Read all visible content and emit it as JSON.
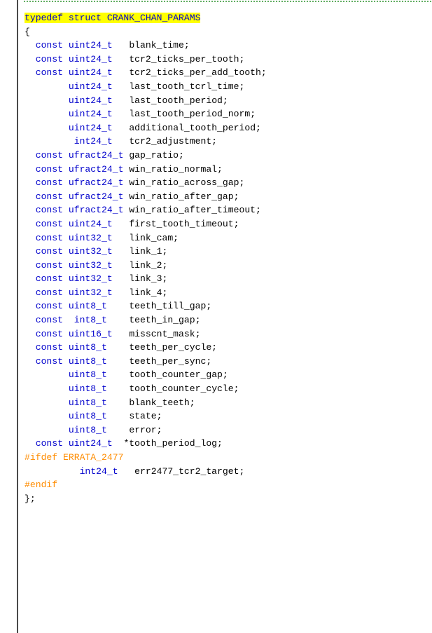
{
  "colors": {
    "keyword": "#0000cc",
    "preprocessor": "#ff8c00",
    "highlight": "#ffff00",
    "text": "#000000",
    "border": "#4a4a4a",
    "dot_rule": "#3c9a3c"
  },
  "lines": [
    {
      "kind": "highlight",
      "text": "typedef struct CRANK_CHAN_PARAMS"
    },
    {
      "kind": "plain",
      "text": "{"
    },
    {
      "kind": "decl",
      "indent": "  ",
      "type": "const uint24_t",
      "gap": "   ",
      "name": "blank_time;"
    },
    {
      "kind": "decl",
      "indent": "  ",
      "type": "const uint24_t",
      "gap": "   ",
      "name": "tcr2_ticks_per_tooth;"
    },
    {
      "kind": "decl",
      "indent": "  ",
      "type": "const uint24_t",
      "gap": "   ",
      "name": "tcr2_ticks_per_add_tooth;"
    },
    {
      "kind": "decl",
      "indent": "        ",
      "type": "uint24_t",
      "gap": "   ",
      "name": "last_tooth_tcrl_time;"
    },
    {
      "kind": "decl",
      "indent": "        ",
      "type": "uint24_t",
      "gap": "   ",
      "name": "last_tooth_period;"
    },
    {
      "kind": "decl",
      "indent": "        ",
      "type": "uint24_t",
      "gap": "   ",
      "name": "last_tooth_period_norm;"
    },
    {
      "kind": "decl",
      "indent": "        ",
      "type": "uint24_t",
      "gap": "   ",
      "name": "additional_tooth_period;"
    },
    {
      "kind": "decl",
      "indent": "         ",
      "type": "int24_t",
      "gap": "   ",
      "name": "tcr2_adjustment;"
    },
    {
      "kind": "decl",
      "indent": "  ",
      "type": "const ufract24_t",
      "gap": " ",
      "name": "gap_ratio;"
    },
    {
      "kind": "decl",
      "indent": "  ",
      "type": "const ufract24_t",
      "gap": " ",
      "name": "win_ratio_normal;"
    },
    {
      "kind": "decl",
      "indent": "  ",
      "type": "const ufract24_t",
      "gap": " ",
      "name": "win_ratio_across_gap;"
    },
    {
      "kind": "decl",
      "indent": "  ",
      "type": "const ufract24_t",
      "gap": " ",
      "name": "win_ratio_after_gap;"
    },
    {
      "kind": "decl",
      "indent": "  ",
      "type": "const ufract24_t",
      "gap": " ",
      "name": "win_ratio_after_timeout;"
    },
    {
      "kind": "decl",
      "indent": "  ",
      "type": "const uint24_t",
      "gap": "   ",
      "name": "first_tooth_timeout;"
    },
    {
      "kind": "decl",
      "indent": "  ",
      "type": "const uint32_t",
      "gap": "   ",
      "name": "link_cam;"
    },
    {
      "kind": "decl",
      "indent": "  ",
      "type": "const uint32_t",
      "gap": "   ",
      "name": "link_1;"
    },
    {
      "kind": "decl",
      "indent": "  ",
      "type": "const uint32_t",
      "gap": "   ",
      "name": "link_2;"
    },
    {
      "kind": "decl",
      "indent": "  ",
      "type": "const uint32_t",
      "gap": "   ",
      "name": "link_3;"
    },
    {
      "kind": "decl",
      "indent": "  ",
      "type": "const uint32_t",
      "gap": "   ",
      "name": "link_4;"
    },
    {
      "kind": "decl",
      "indent": "  ",
      "type": "const uint8_t",
      "gap": "    ",
      "name": "teeth_till_gap;"
    },
    {
      "kind": "decl",
      "indent": "  ",
      "type": "const  int8_t",
      "gap": "    ",
      "name": "teeth_in_gap;"
    },
    {
      "kind": "decl",
      "indent": "  ",
      "type": "const uint16_t",
      "gap": "   ",
      "name": "misscnt_mask;"
    },
    {
      "kind": "decl",
      "indent": "  ",
      "type": "const uint8_t",
      "gap": "    ",
      "name": "teeth_per_cycle;"
    },
    {
      "kind": "decl",
      "indent": "  ",
      "type": "const uint8_t",
      "gap": "    ",
      "name": "teeth_per_sync;"
    },
    {
      "kind": "decl",
      "indent": "        ",
      "type": "uint8_t",
      "gap": "    ",
      "name": "tooth_counter_gap;"
    },
    {
      "kind": "decl",
      "indent": "        ",
      "type": "uint8_t",
      "gap": "    ",
      "name": "tooth_counter_cycle;"
    },
    {
      "kind": "decl",
      "indent": "        ",
      "type": "uint8_t",
      "gap": "    ",
      "name": "blank_teeth;"
    },
    {
      "kind": "decl",
      "indent": "        ",
      "type": "uint8_t",
      "gap": "    ",
      "name": "state;"
    },
    {
      "kind": "decl",
      "indent": "        ",
      "type": "uint8_t",
      "gap": "    ",
      "name": "error;"
    },
    {
      "kind": "decl",
      "indent": "  ",
      "type": "const uint24_t",
      "gap": "  ",
      "name": "*tooth_period_log;"
    },
    {
      "kind": "pre",
      "text": "#ifdef ERRATA_2477"
    },
    {
      "kind": "decl",
      "indent": "          ",
      "type": "int24_t",
      "gap": "   ",
      "name": "err2477_tcr2_target;"
    },
    {
      "kind": "pre",
      "text": "#endif"
    },
    {
      "kind": "plain",
      "text": "};"
    }
  ]
}
